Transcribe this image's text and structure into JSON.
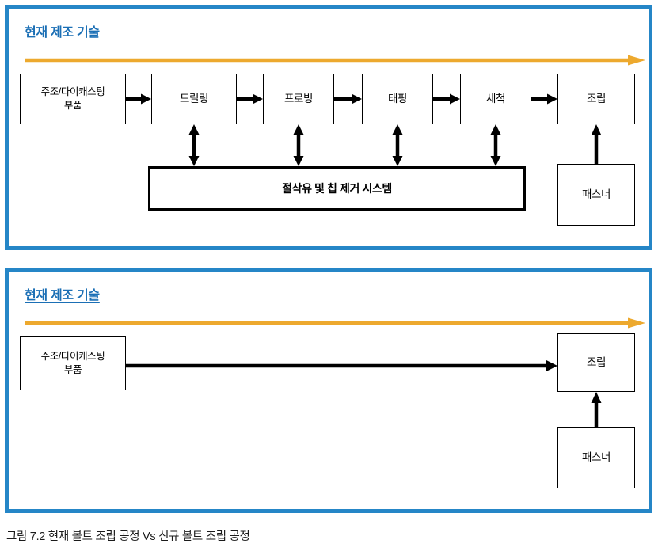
{
  "figure": {
    "caption": "그림 7.2   현재 볼트 조립 공정 Vs 신규 볼트 조립 공정"
  },
  "colors": {
    "panel_border": "#2586C7",
    "title_text": "#1B6FB5",
    "timeline_arrow": "#EDA92E",
    "box_border": "#000000",
    "box_fill": "#FFFFFF"
  },
  "panels": [
    {
      "id": "current-process",
      "title": "현재 제조 기술",
      "timeline_arrow_label": "process-timeline-arrow",
      "boxes": [
        {
          "id": "casting-parts",
          "label": "주조/다이캐스팅\n부품",
          "line1": "주조/다이캐스팅",
          "line2": "부품"
        },
        {
          "id": "drilling",
          "label": "드릴링"
        },
        {
          "id": "probing",
          "label": "프로빙"
        },
        {
          "id": "tapping",
          "label": "태핑"
        },
        {
          "id": "cleaning",
          "label": "세척"
        },
        {
          "id": "assembly",
          "label": "조립"
        },
        {
          "id": "fastener",
          "label": "패스너"
        }
      ],
      "system_box": {
        "id": "coolant-chip-system",
        "label": "절삭유 및 칩 제거 시스템"
      },
      "connectors": [
        {
          "from": "casting-parts",
          "to": "drilling",
          "type": "single-right"
        },
        {
          "from": "drilling",
          "to": "probing",
          "type": "single-right"
        },
        {
          "from": "probing",
          "to": "tapping",
          "type": "single-right"
        },
        {
          "from": "tapping",
          "to": "cleaning",
          "type": "single-right"
        },
        {
          "from": "cleaning",
          "to": "assembly",
          "type": "single-right"
        },
        {
          "from": "fastener",
          "to": "assembly",
          "type": "single-up"
        },
        {
          "from": "drilling",
          "to": "coolant-chip-system",
          "type": "double-vertical"
        },
        {
          "from": "probing",
          "to": "coolant-chip-system",
          "type": "double-vertical"
        },
        {
          "from": "tapping",
          "to": "coolant-chip-system",
          "type": "double-vertical"
        },
        {
          "from": "cleaning",
          "to": "coolant-chip-system",
          "type": "double-vertical"
        }
      ]
    },
    {
      "id": "new-process",
      "title": "현재 제조 기술",
      "timeline_arrow_label": "process-timeline-arrow",
      "boxes": [
        {
          "id": "casting-parts",
          "label": "주조/다이캐스팅\n부품",
          "line1": "주조/다이캐스팅",
          "line2": "부품"
        },
        {
          "id": "assembly",
          "label": "조립"
        },
        {
          "id": "fastener",
          "label": "패스너"
        }
      ],
      "connectors": [
        {
          "from": "casting-parts",
          "to": "assembly",
          "type": "single-right-long"
        },
        {
          "from": "fastener",
          "to": "assembly",
          "type": "single-up"
        }
      ]
    }
  ]
}
